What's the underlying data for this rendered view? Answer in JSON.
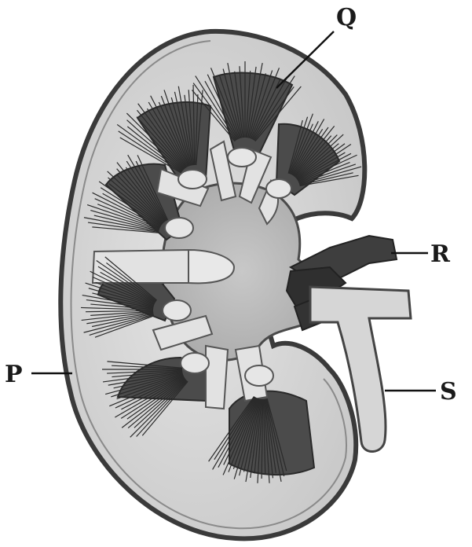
{
  "diagram": {
    "labels": {
      "p": "P",
      "q": "Q",
      "r": "R",
      "s": "S"
    },
    "colors": {
      "background": "#ffffff",
      "cortex": "#d4d4d4",
      "outline": "#3a3a3a",
      "pyramid": "#4a4a4a",
      "pelvis": "#bdbdbd",
      "vessel": "#3c3c3c",
      "ureter": "#cfcfcf"
    }
  }
}
